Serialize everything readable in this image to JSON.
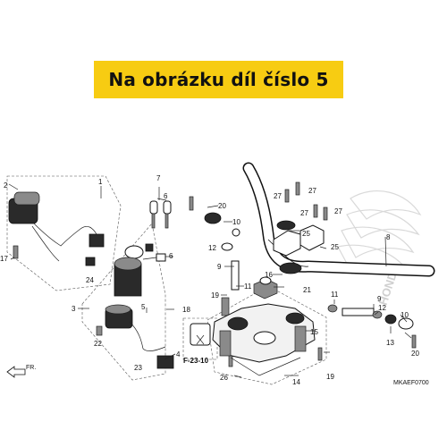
{
  "banner": {
    "text": "Na obrázku díl číslo 5"
  },
  "diagram": {
    "callouts": [
      "1",
      "2",
      "3",
      "4",
      "5",
      "6",
      "6",
      "7",
      "8",
      "9",
      "9",
      "10",
      "10",
      "11",
      "11",
      "12",
      "12",
      "13",
      "14",
      "15",
      "16",
      "17",
      "18",
      "19",
      "19",
      "20",
      "20",
      "21",
      "22",
      "23",
      "24",
      "25",
      "25",
      "26",
      "27",
      "27",
      "27",
      "27"
    ],
    "reference_box": "F-23-10",
    "front_arrow": "FR.",
    "code": "MKAEF0700",
    "watermark": "HONDA"
  }
}
